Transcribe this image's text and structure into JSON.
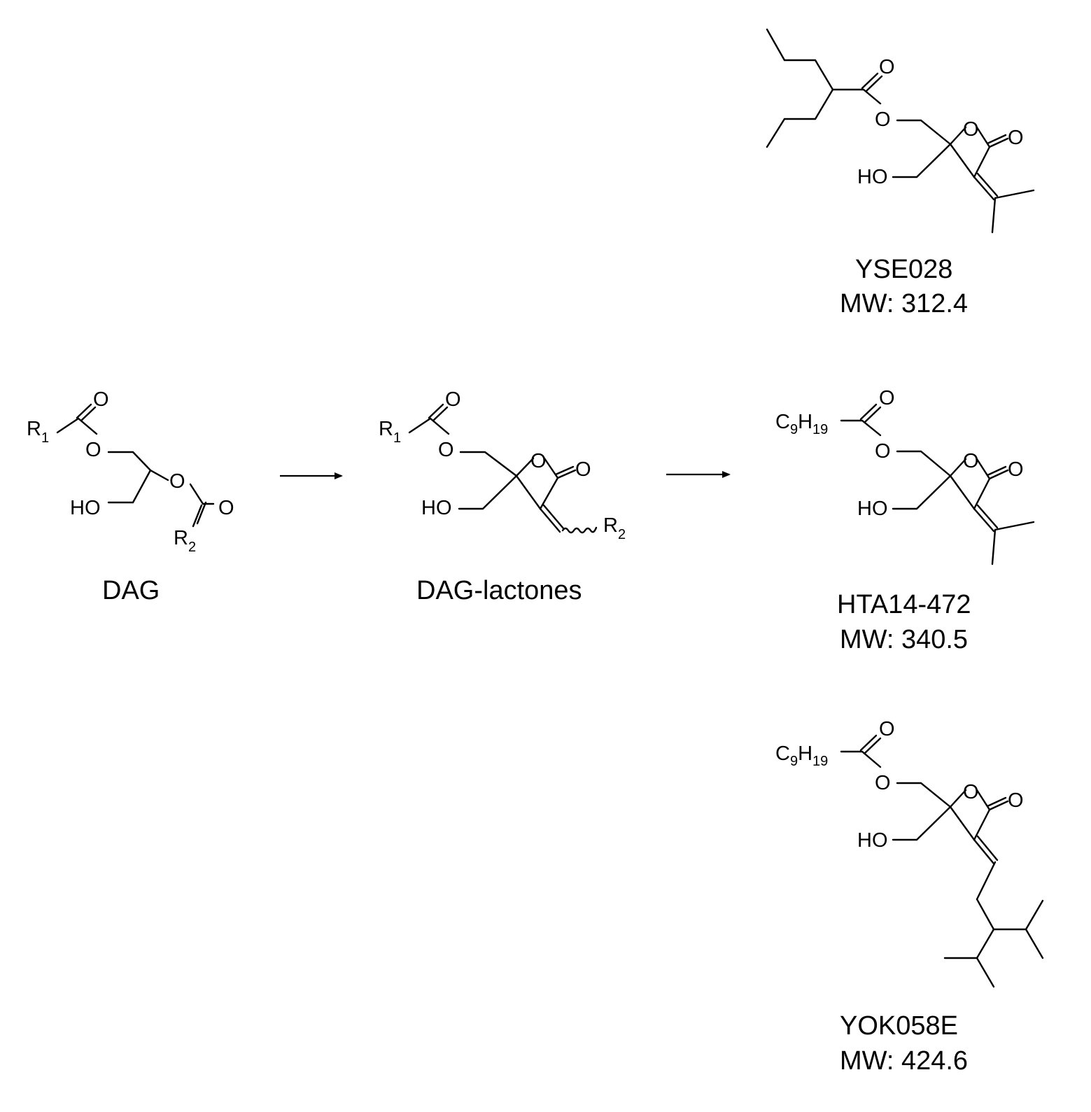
{
  "atoms": {
    "O": "O",
    "HO": "HO",
    "R": "R",
    "H": "H",
    "C": "C",
    "sub_1": "1",
    "sub_2": "2",
    "sub_9": "9",
    "sub_19": "19"
  },
  "compounds": {
    "dag": {
      "name": "DAG"
    },
    "dag_lactones": {
      "name": "DAG-lactones"
    },
    "yse028": {
      "name": "YSE028",
      "mw": "MW: 312.4"
    },
    "hta14_472": {
      "name": "HTA14-472",
      "mw": "MW: 340.5"
    },
    "yok058e": {
      "name": "YOK058E",
      "mw": "MW: 424.6"
    }
  },
  "arrows": [
    "reaction-arrow-1",
    "reaction-arrow-2"
  ]
}
